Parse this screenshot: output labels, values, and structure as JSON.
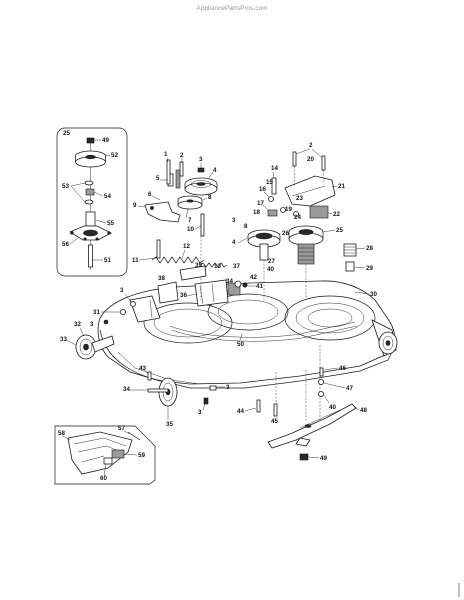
{
  "watermark": "AppliancePartsPros.com",
  "callouts": {
    "inset_top": [
      "25",
      "49",
      "52",
      "53",
      "54",
      "55",
      "56",
      "51"
    ],
    "inset_bottom": [
      "58",
      "57",
      "59",
      "60"
    ],
    "main": [
      "1",
      "2",
      "3",
      "4",
      "5",
      "6",
      "7",
      "8",
      "9",
      "10",
      "11",
      "12",
      "13",
      "14",
      "15",
      "16",
      "17",
      "18",
      "19",
      "20",
      "21",
      "22",
      "23",
      "24",
      "25",
      "26",
      "27",
      "28",
      "29",
      "30",
      "31",
      "32",
      "33",
      "34",
      "35",
      "36",
      "37",
      "38",
      "39",
      "40",
      "41",
      "42",
      "43",
      "44",
      "45",
      "46",
      "47",
      "48",
      "49",
      "50"
    ]
  }
}
